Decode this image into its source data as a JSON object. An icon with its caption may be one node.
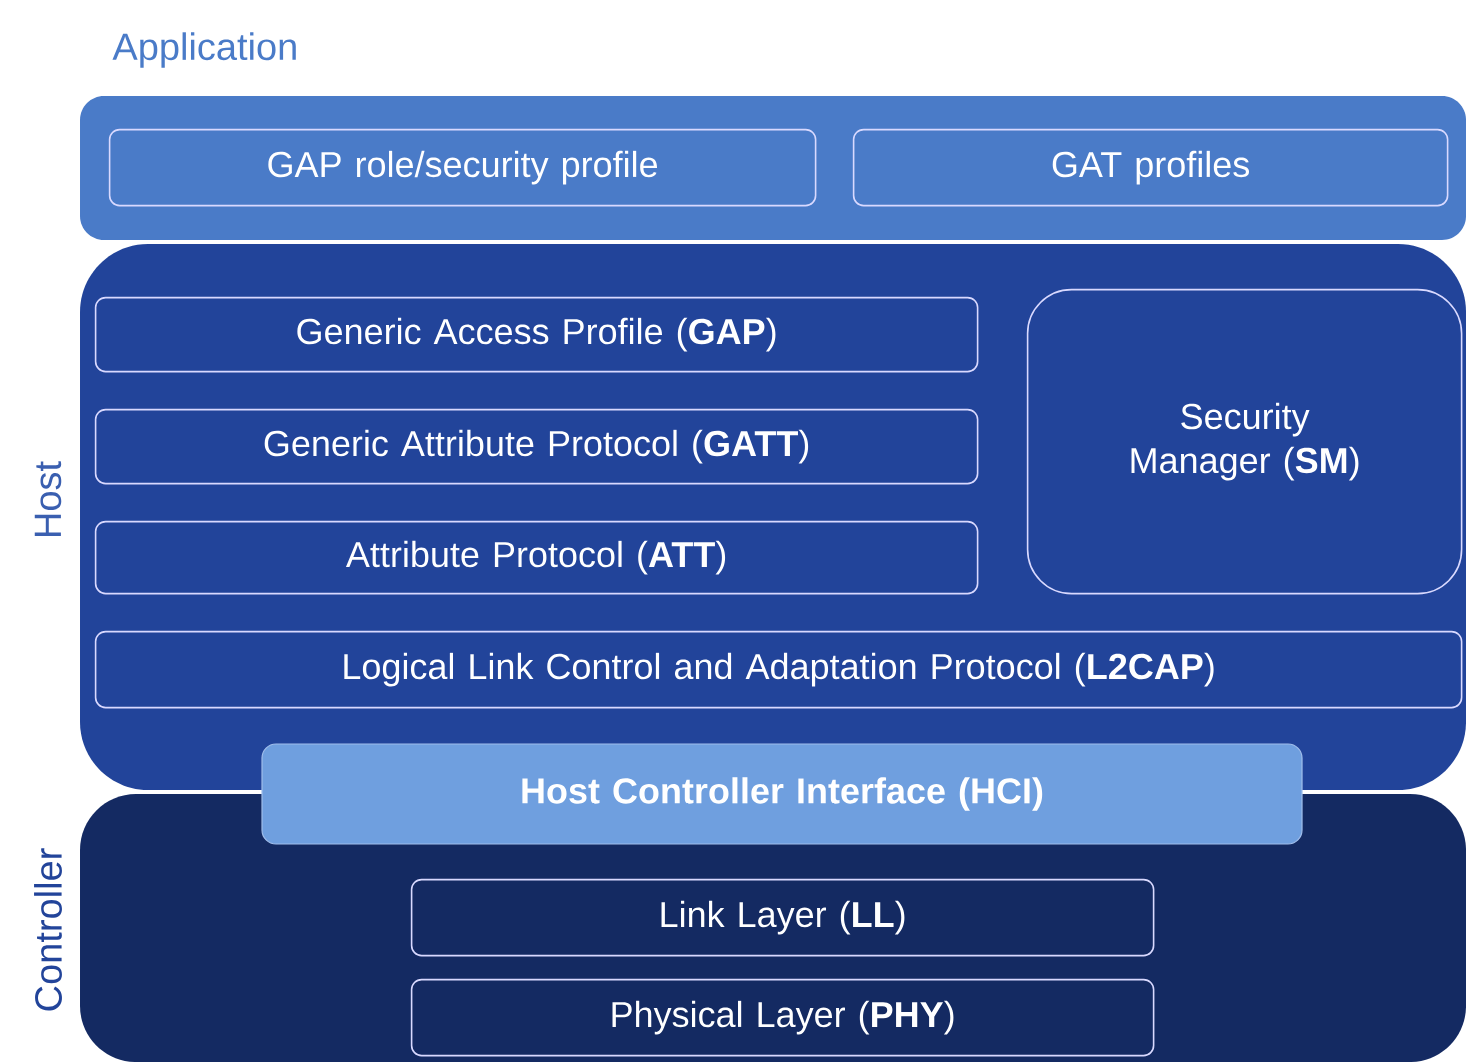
{
  "diagram": {
    "nodes": [
      {
        "text": [
          "Application"
        ]
      },
      {
        "text": [
          "GAP role/security profile"
        ],
        "in": 0
      },
      {
        "text": [
          "GAT profiles"
        ],
        "in": 0
      },
      {
        "text": [
          "Host"
        ]
      },
      {
        "text": [
          "Generic Access Profile (**GAP**)"
        ],
        "in": 3
      },
      {
        "text": [
          "Generic Attribute Protocol (**GATT**)"
        ],
        "in": 3
      },
      {
        "text": [
          "Attribute Protocol (**ATT**)"
        ],
        "in": 3
      },
      {
        "text": [
          "Security Manager (**SM**)"
        ],
        "in": 3
      },
      {
        "text": [
          "Logical Link Control and Adaptation Protocol (**L2CAP**)"
        ],
        "in": 3
      },
      {
        "text": [
          "Controller"
        ]
      },
      {
        "text": [
          "Host Controller Interface (HCI)"
        ]
      },
      {
        "text": [
          "Link Layer (**LL**)"
        ],
        "in": 9
      },
      {
        "text": [
          "Physical Layer (**PHY**)"
        ],
        "in": 9
      }
    ]
  }
}
